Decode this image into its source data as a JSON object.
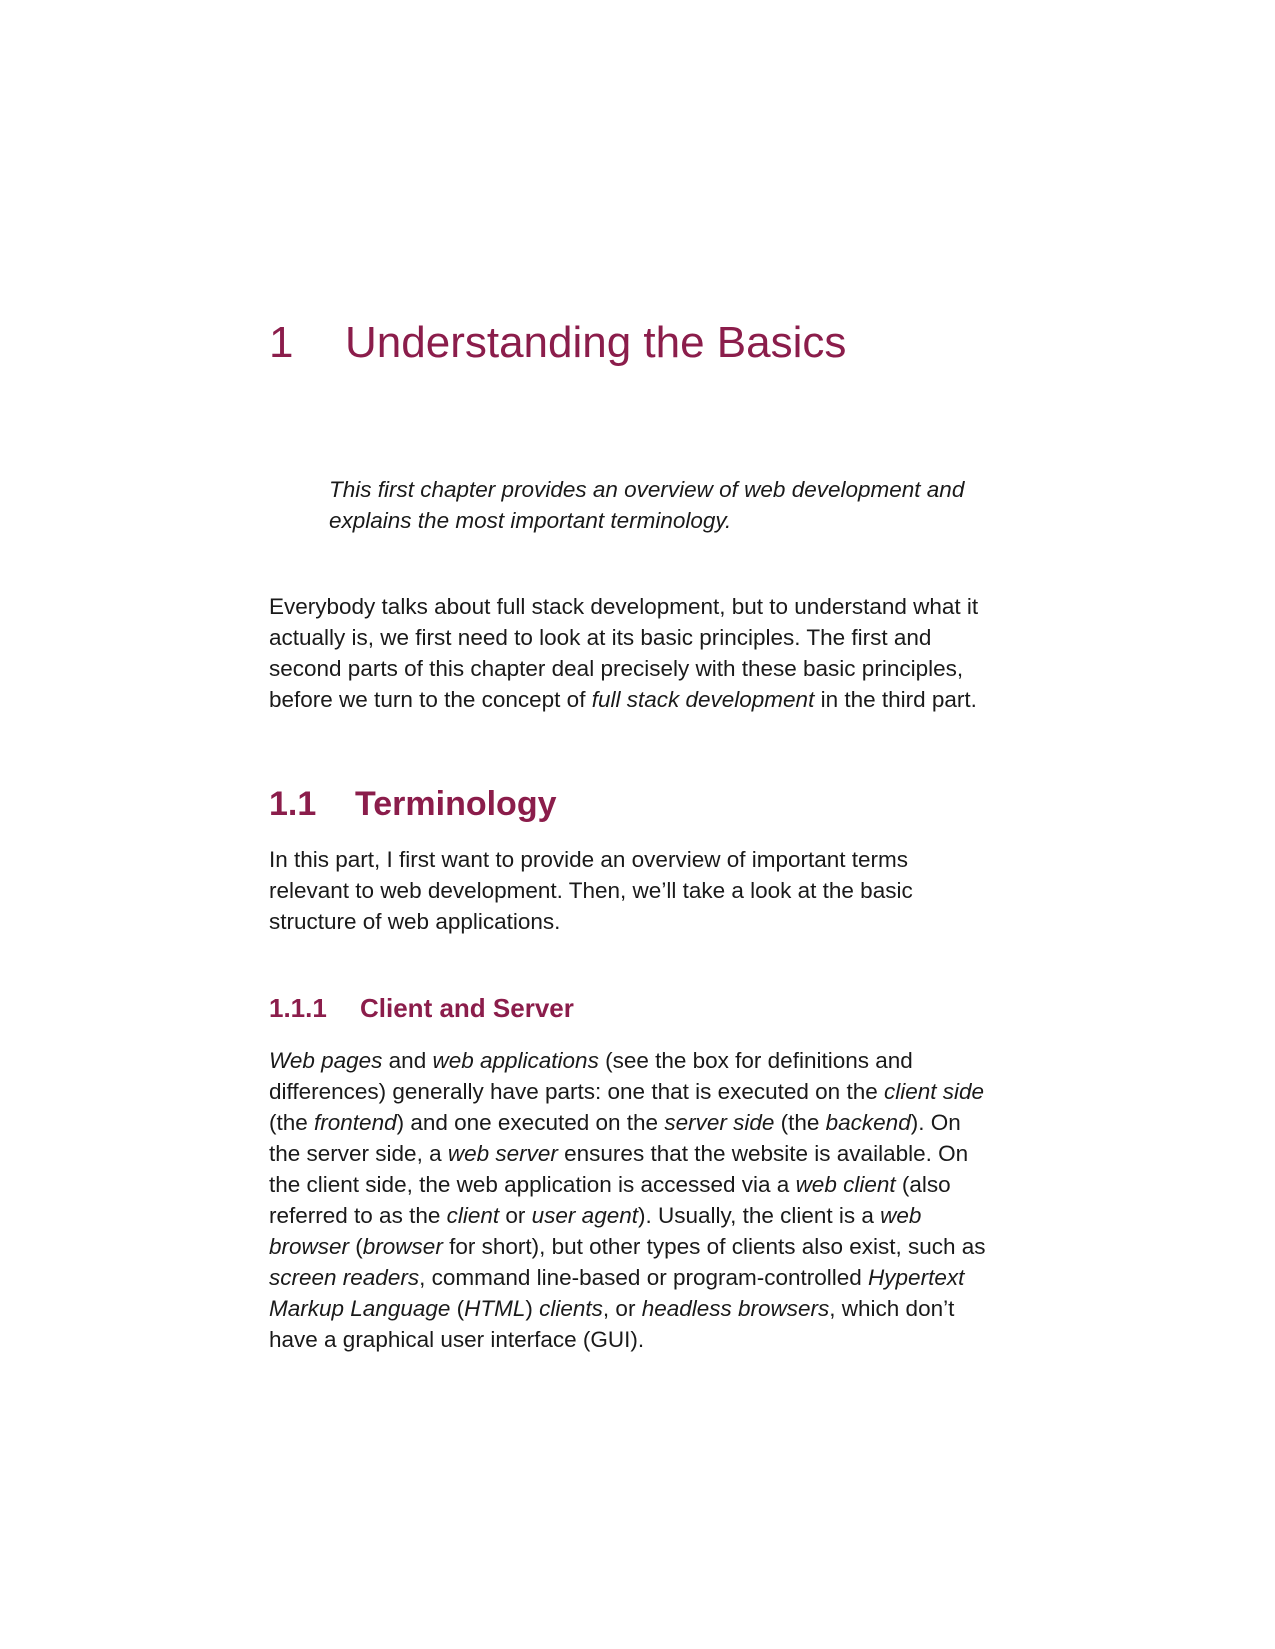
{
  "chapter": {
    "number": "1",
    "title": "Understanding the Basics"
  },
  "intro": "This first chapter provides an overview of web development and explains the most important terminology.",
  "paragraph1": {
    "l1": "Everybody talks about full stack development, but to understand what it",
    "l2": "actually is, we first need to look at its basic principles. The first and",
    "l3": "second parts of this chapter deal precisely with these basic principles,",
    "l4a": "before we turn to the concept of ",
    "l4b": "full stack development",
    "l4c": " in the third part."
  },
  "section": {
    "number": "1.1",
    "title": "Terminology"
  },
  "paragraph2": {
    "l1": "In this part, I first want to provide an overview of important terms",
    "l2": "relevant to web development. Then, we’ll take a look at the basic",
    "l3": "structure of web applications."
  },
  "subsection": {
    "number": "1.1.1",
    "title": "Client and Server"
  },
  "paragraph3": {
    "l1a": "Web pages",
    "l1b": " and ",
    "l1c": "web applications",
    "l1d": " (see the box for definitions and",
    "l2a": "differences) generally have parts: one that is executed on the ",
    "l2b": "client side",
    "l3a": "(the ",
    "l3b": "frontend",
    "l3c": ") and one executed on the ",
    "l3d": "server side",
    "l3e": " (the ",
    "l3f": "backend",
    "l3g": "). On",
    "l4a": "the server side, a ",
    "l4b": "web server",
    "l4c": " ensures that the website is available. On",
    "l5a": "the client side, the web application is accessed via a ",
    "l5b": "web client",
    "l5c": " (also",
    "l6a": "referred to as the ",
    "l6b": "client",
    "l6c": " or ",
    "l6d": "user agent",
    "l6e": "). Usually, the client is a ",
    "l6f": "web",
    "l7a": "browser",
    "l7b": " (",
    "l7c": "browser",
    "l7d": " for short), but other types of clients also exist, such as",
    "l8a": "screen readers",
    "l8b": ", command line-based or program-controlled ",
    "l8c": "Hypertext",
    "l9a": "Markup Language",
    "l9b": " (",
    "l9c": "HTML",
    "l9d": ") ",
    "l9e": "clients",
    "l9f": ", or ",
    "l9g": "headless browsers",
    "l9h": ", which don’t",
    "l10": "have a graphical user interface (GUI)."
  }
}
